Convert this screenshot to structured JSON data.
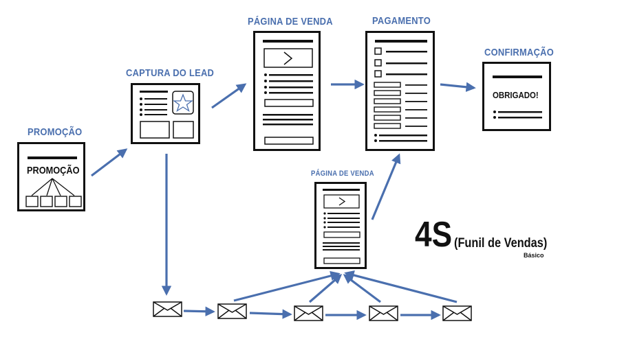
{
  "labels": {
    "promocao": "PROMOÇÃO",
    "captura": "CAPTURA DO LEAD",
    "pagina_venda": "PÁGINA DE VENDA",
    "pagamento": "PAGAMENTO",
    "confirmacao": "CONFIRMAÇÃO",
    "pagina_venda_small": "PÁGINA DE VENDA"
  },
  "promo_panel": {
    "heading": "PROMOÇÃO"
  },
  "confirm_panel": {
    "message": "OBRIGADO!"
  },
  "title": {
    "main": "4S",
    "sub": "(Funil de Vendas)",
    "note": "Básico"
  },
  "colors": {
    "arrow": "#4a6fae",
    "label": "#4a6fae",
    "ink": "#111111"
  },
  "icons": {
    "email": "envelope-icon",
    "cta": "chevron-right-icon",
    "favorite": "star-icon"
  }
}
